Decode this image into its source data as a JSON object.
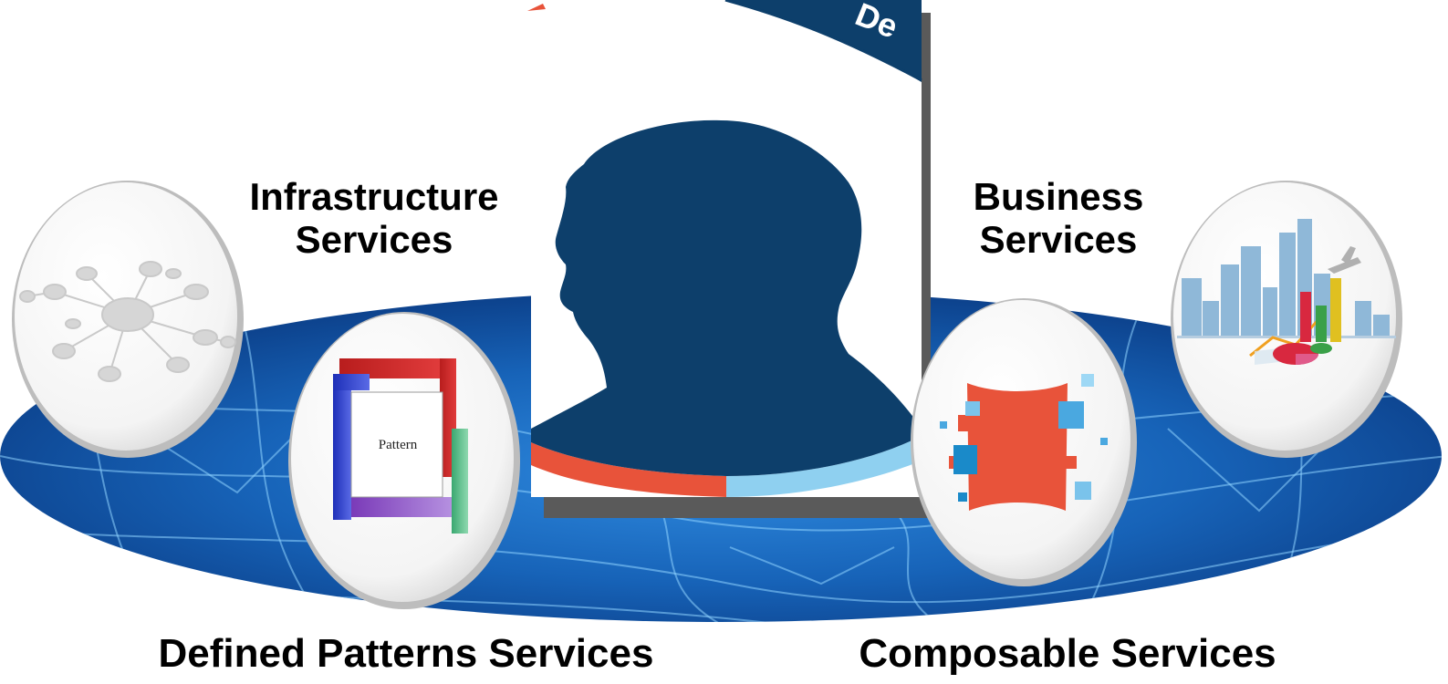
{
  "diagram": {
    "labels": {
      "infrastructure": {
        "line1": "Infrastructure",
        "line2": "Services"
      },
      "business": {
        "line1": "Business",
        "line2": "Services"
      },
      "patterns": "Defined Patterns Services",
      "composable": "Composable Services"
    },
    "pattern_icon_text": "Pattern",
    "banner_partial_text": "De",
    "colors": {
      "silhouette": "#0d3f6b",
      "panel": "#ffffff",
      "accent_red": "#e8533a",
      "accent_light_blue": "#8fd0f0",
      "platform_blue": "#1a6ac0",
      "platform_dark": "#0b3f86",
      "panel_shadow": "#5a5a5a"
    }
  }
}
